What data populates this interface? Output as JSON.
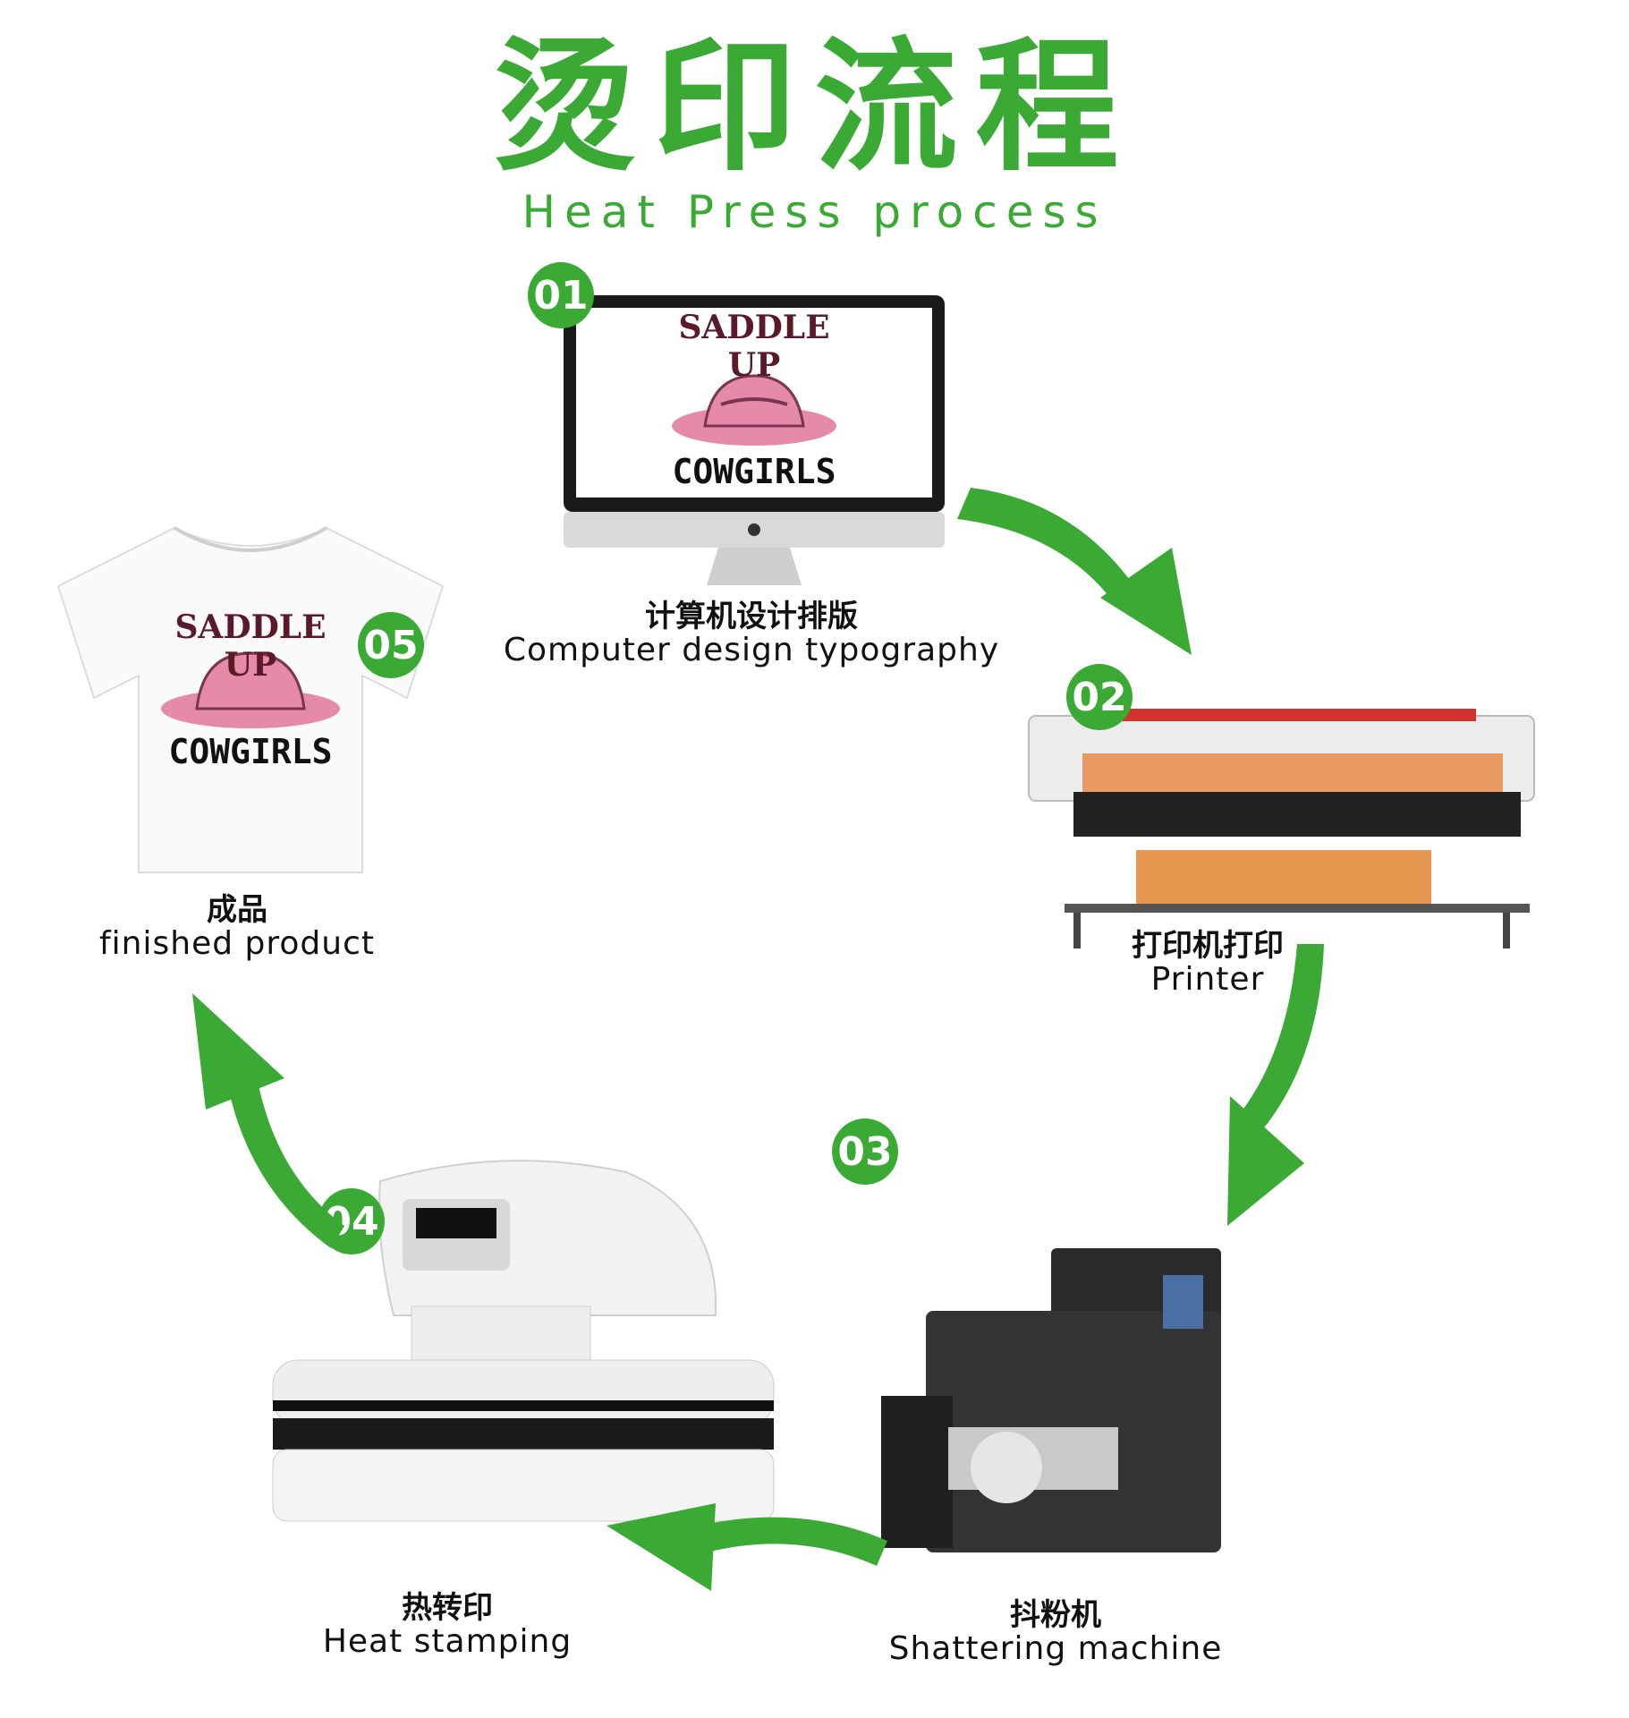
{
  "colors": {
    "accent": "#3aaa35",
    "hat_pink": "#e58aa8",
    "dark": "#222222"
  },
  "title": {
    "zh": "烫印流程",
    "en": "Heat Press process"
  },
  "artwork": {
    "line1": "SADDLE UP",
    "line2": "COWGIRLS"
  },
  "steps": [
    {
      "number": "01",
      "zh": "计算机设计排版",
      "en": "Computer design typography",
      "icon": "computer-monitor-icon"
    },
    {
      "number": "02",
      "zh": "打印机打印",
      "en": "Printer",
      "icon": "large-format-printer-icon"
    },
    {
      "number": "03",
      "zh": "抖粉机",
      "en": "Shattering machine",
      "icon": "powder-shaker-machine-icon"
    },
    {
      "number": "04",
      "zh": "热转印",
      "en": "Heat stamping",
      "icon": "heat-press-machine-icon"
    },
    {
      "number": "05",
      "zh": "成品",
      "en": "finished product",
      "icon": "tshirt-icon"
    }
  ]
}
